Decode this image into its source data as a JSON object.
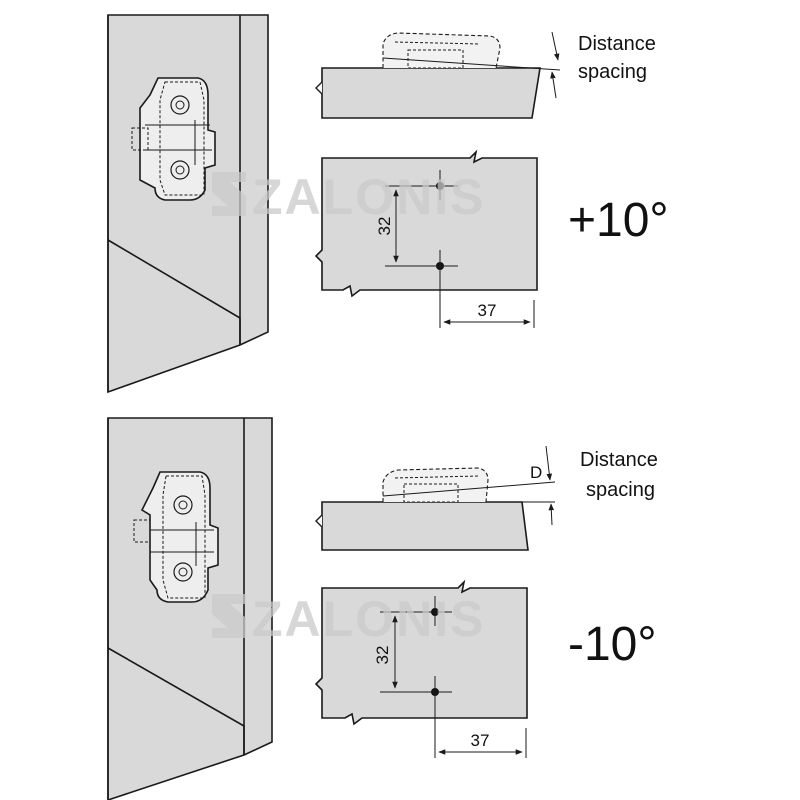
{
  "watermark": "ZALONIS",
  "panels": [
    {
      "label_line1": "Distance",
      "label_line2": "spacing",
      "angle": "+10°",
      "dim_vertical": "32",
      "dim_horizontal": "37",
      "d_marker": ""
    },
    {
      "label_line1": "Distance",
      "label_line2": "spacing",
      "angle": "-10°",
      "dim_vertical": "32",
      "dim_horizontal": "37",
      "d_marker": "D"
    }
  ],
  "colors": {
    "panel_fill": "#d9d9d9",
    "stroke": "#1a1a1a",
    "background": "#ffffff"
  }
}
